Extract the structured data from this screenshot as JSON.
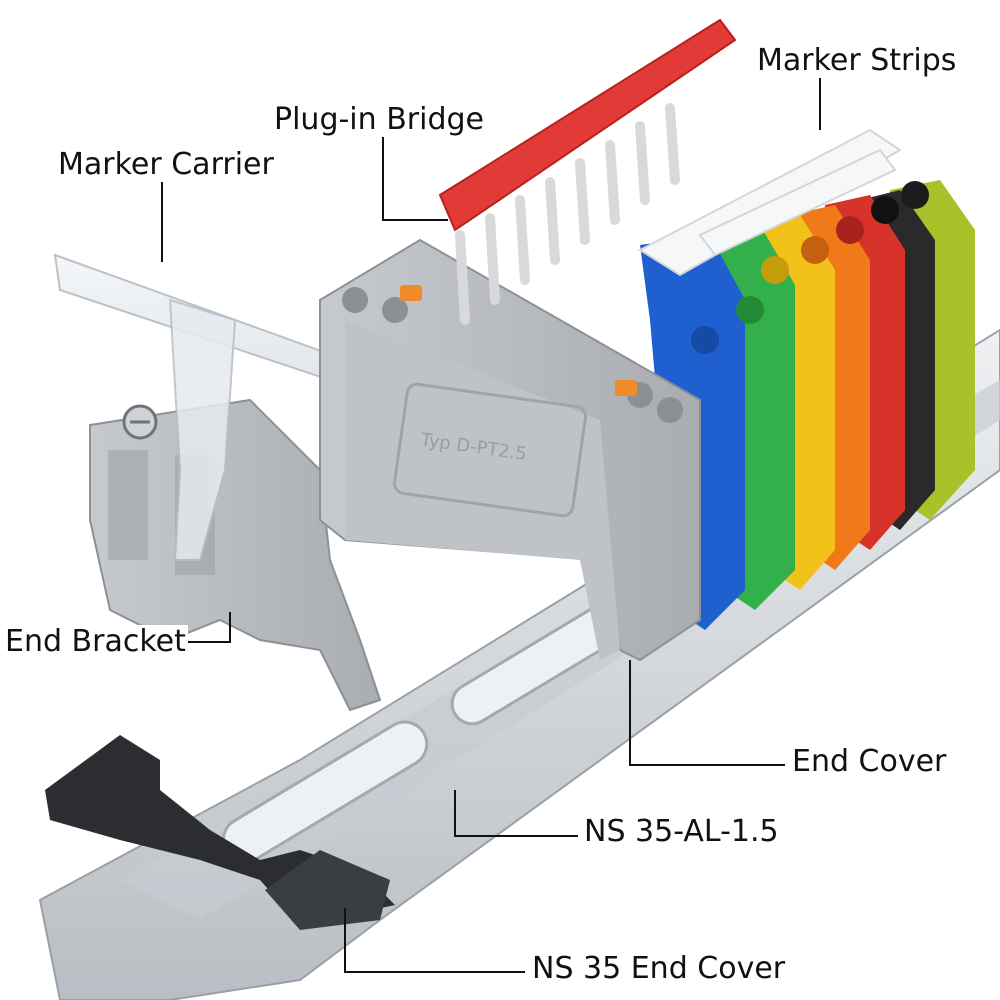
{
  "labels": {
    "marker_strips": "Marker Strips",
    "plug_in_bridge": "Plug-in Bridge",
    "marker_carrier": "Marker Carrier",
    "end_bracket": "End Bracket",
    "end_cover": "End Cover",
    "ns35_al": "NS 35-AL-1.5",
    "ns35_end_cover": "NS 35 End Cover"
  },
  "embossed_text": "Typ D-PT2.5",
  "colors": {
    "gray_block": "#b9bcc1",
    "blue_block": "#1f5fcf",
    "green_block": "#33b04a",
    "yellow_block": "#f2c21a",
    "orange_block": "#f07a1a",
    "red_block": "#d8332a",
    "black_block": "#2a2a2a",
    "yellow_green_block": "#a8c22a",
    "bridge_red": "#e23a36",
    "rail_aluminum": "#d6dade",
    "end_cover_dark": "#2b2d31",
    "leader_line": "#111111"
  }
}
